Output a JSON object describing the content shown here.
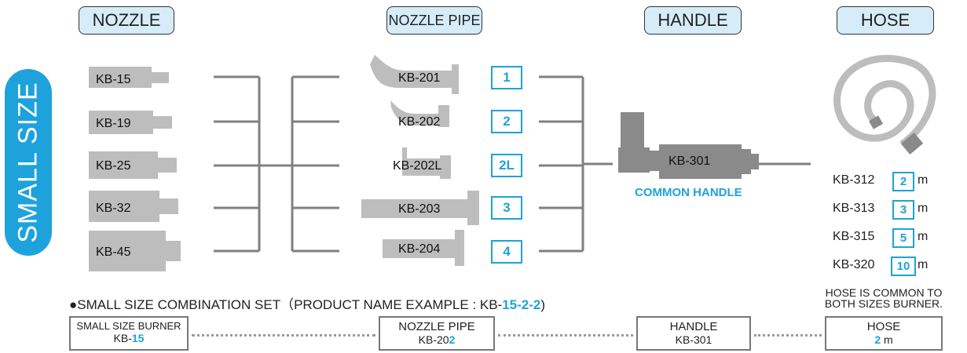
{
  "headers": {
    "nozzle": "NOZZLE",
    "nozzle_pipe": "NOZZLE PIPE",
    "handle": "HANDLE",
    "hose": "HOSE"
  },
  "side_label": "SMALL SIZE",
  "nozzles": [
    "KB-15",
    "KB-19",
    "KB-25",
    "KB-32",
    "KB-45"
  ],
  "pipes": [
    "KB-201",
    "KB-202",
    "KB-202L",
    "KB-203",
    "KB-204"
  ],
  "pipe_codes": [
    "1",
    "2",
    "2L",
    "3",
    "4"
  ],
  "handle": {
    "model": "KB-301",
    "caption": "COMMON HANDLE"
  },
  "hoses": [
    {
      "model": "KB-312",
      "length": "2",
      "unit": "m"
    },
    {
      "model": "KB-313",
      "length": "3",
      "unit": "m"
    },
    {
      "model": "KB-315",
      "length": "5",
      "unit": "m"
    },
    {
      "model": "KB-320",
      "length": "10",
      "unit": "m"
    }
  ],
  "hose_note_line1": "HOSE IS COMMON TO",
  "hose_note_line2": "BOTH SIZES BURNER.",
  "combo": {
    "title_prefix": "●SMALL SIZE COMBINATION SET（PRODUCT NAME EXAMPLE : KB-",
    "title_highlight": "15-2-2",
    "title_suffix": ")",
    "burner_label": "SMALL SIZE BURNER",
    "burner_code_prefix": "KB-",
    "burner_code_highlight": "15",
    "pipe_label": "NOZZLE PIPE",
    "pipe_code_prefix": "KB-20",
    "pipe_code_highlight": "2",
    "handle_label": "HANDLE",
    "handle_code": "KB-301",
    "hose_label": "HOSE",
    "hose_length": "2",
    "hose_unit": "m"
  },
  "colors": {
    "accent": "#1ea2dc",
    "part_gray": "#bdbdbd",
    "dark_gray": "#8a8a8a",
    "line_gray": "#808080",
    "header_fill": "#d6ecf9"
  }
}
